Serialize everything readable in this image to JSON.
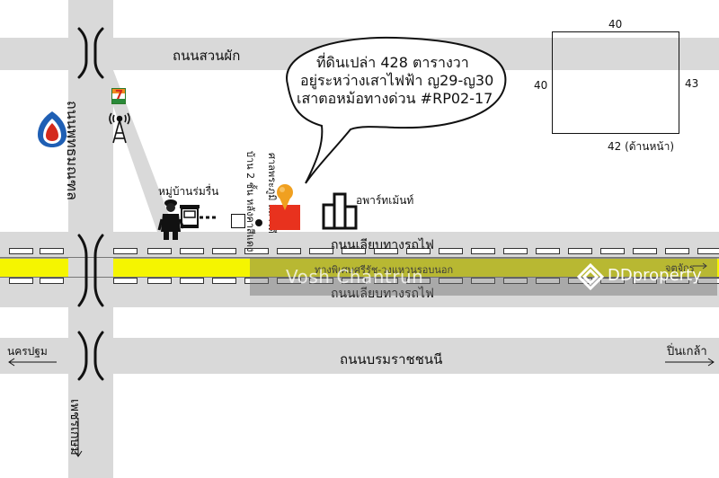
{
  "roads": {
    "suan_phak": "ถนนสวนผัก",
    "phutthamonthon": "ถนนพุทธมณฑล",
    "railway_upper": "ถนนเลียบทางรถไฟ",
    "expressway": "ทางพิเศษศรีรัช-วงแหวนรอบนอก",
    "railway_lower": "ถนนเลียบทางรถไฟ",
    "borommaratchachonnani": "ถนนบรมราชชนนี",
    "phet_kasem": "เพชรเกษม"
  },
  "directions": {
    "nakhon_pathom": "นครปฐม",
    "pin_klao": "ปิ่นเกล้า",
    "chatuchak": "จตุจักร"
  },
  "places": {
    "village": "หมู่บ้านร่มรื่น",
    "shrine": "ศาลพระภูมิ ลีลาวดี",
    "house": "บ้าน 2 ชั้น หลังคาสีแดง",
    "apartment": "อพาร์ทเม้นท์",
    "seven_eleven": "7"
  },
  "callout": {
    "line1": "ที่ดินเปล่า 428 ตารางวา",
    "line2": "อยู่ระหว่างเสาไฟฟ้า ญ29-ญ30",
    "line3": "เสาตอหม้อทางด่วน #RP02-17"
  },
  "plot": {
    "top": "40",
    "left": "40",
    "right": "43",
    "bottom": "42 (ด้านหน้า)"
  },
  "watermark": {
    "site": "DDproperty",
    "owner": "Vosh Chantrun"
  },
  "colors": {
    "road": "#d9d9d9",
    "expressway_band": "#f5f500",
    "marker": "#e8321e",
    "pin": "#f0a020",
    "ptt_blue": "#1f5fb4",
    "ptt_red": "#d42a1c"
  }
}
